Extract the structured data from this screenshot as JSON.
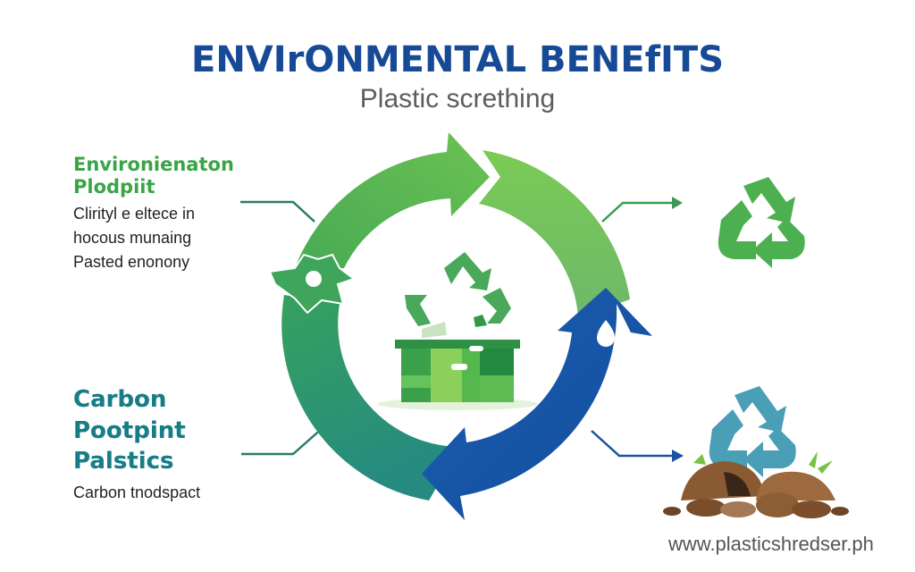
{
  "header": {
    "title": "ENVIrONMENTAL BENEfITS",
    "subtitle": "Plastic scrething"
  },
  "left_panel": {
    "top": {
      "heading_lines": [
        "Environienaton",
        "Plodpiit"
      ],
      "body_lines": [
        "Clirityl e eltece in",
        "hocous munaing",
        "Pasted enonony"
      ]
    },
    "bottom": {
      "heading_lines": [
        "Carbon",
        "Pootpint",
        "Palstics"
      ],
      "body_lines": [
        "Carbon tnodspact"
      ]
    }
  },
  "cycle": {
    "segments": [
      {
        "name": "top-green-arrow",
        "color": "#5dbb4c"
      },
      {
        "name": "right-lightgreen-arc",
        "color": "#7cc955"
      },
      {
        "name": "bottom-blue-arrow",
        "color": "#1552a8"
      },
      {
        "name": "left-teal-arc",
        "color": "#2f9478"
      }
    ],
    "center_icon": "recycle-bin-icon"
  },
  "right_panel": {
    "top_icon": "recycle-icon-green",
    "bottom_icon": "recycle-soil-icon"
  },
  "colors": {
    "title_blue": "#174a96",
    "green_heading": "#3aa447",
    "teal_heading": "#177d86",
    "connector_green": "#3c9a55",
    "connector_teal": "#2a7b6c",
    "connector_blue": "#1a52a0"
  },
  "footer": {
    "url": "www.plasticshredser.ph"
  }
}
